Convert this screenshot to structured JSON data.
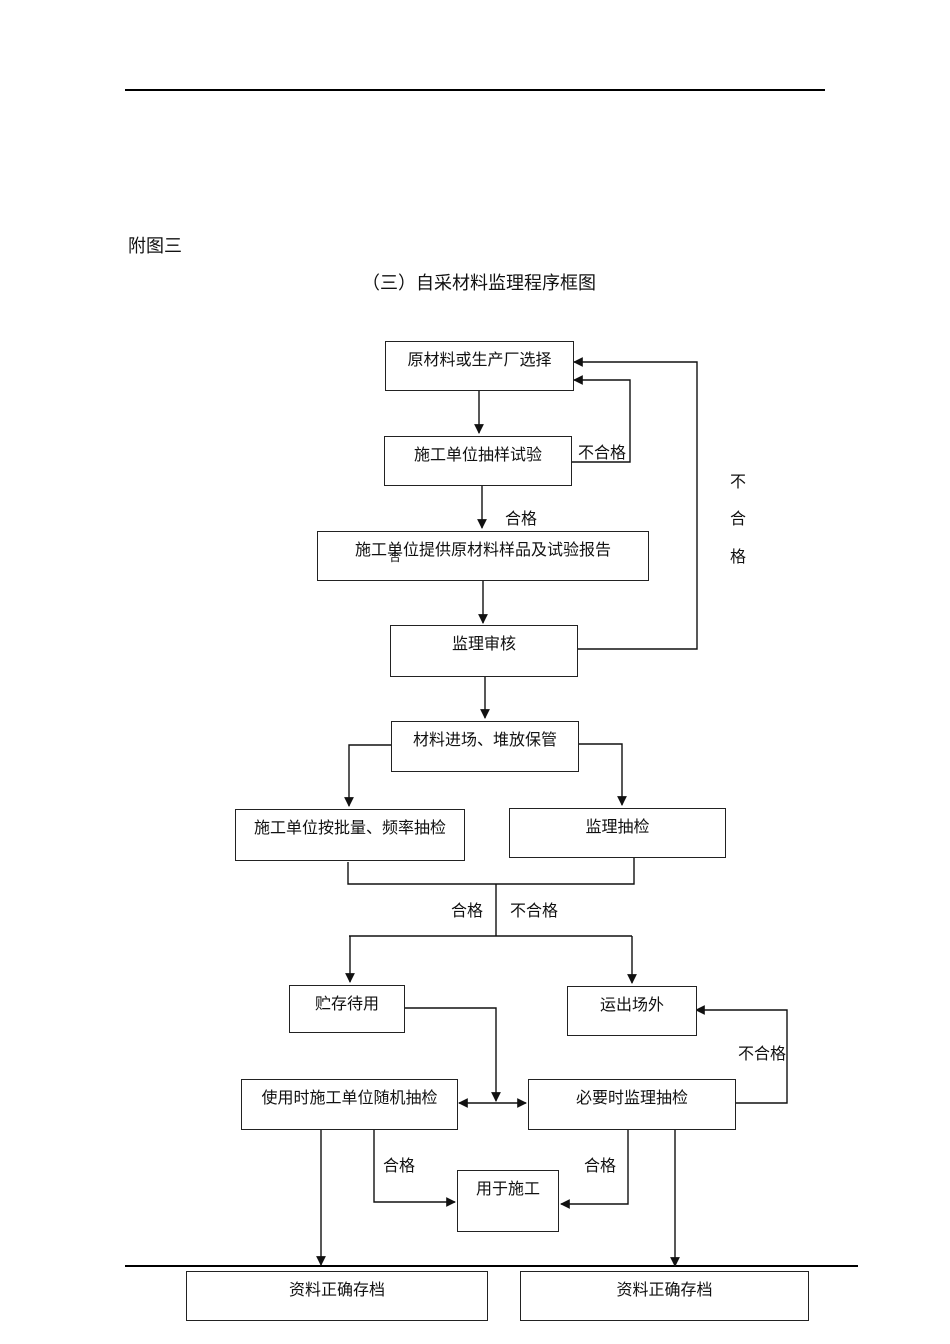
{
  "doc": {
    "appendix_label": "附图三",
    "title": "（三）自采材料监理程序框图"
  },
  "diagram": {
    "boxes": {
      "select": "原材料或生产厂选择",
      "sample_test": "施工单位抽样试验",
      "provide_report": "施工单位提供原材料样品及试验报告",
      "supervisor_review": "监理审核",
      "entry_storage": "材料进场、堆放保管",
      "batch_sampling": "施工单位按批量、频率抽检",
      "supervisor_check": "监理抽检",
      "storage_wait": "贮存待用",
      "ship_out": "运出场外",
      "random_check": "使用时施工单位随机抽检",
      "necessary_check": "必要时监理抽检",
      "use_construction": "用于施工",
      "archive_left": "资料正确存档",
      "archive_right": "资料正确存档"
    },
    "labels": {
      "fail_1": "不合格",
      "pass_1": "合格",
      "pass_1_stray": "合",
      "fail_vertical": [
        "不",
        "合",
        "格"
      ],
      "pass_2": "合格",
      "fail_2": "不合格",
      "fail_3": "不合格",
      "pass_3": "合格",
      "pass_4": "合格"
    }
  }
}
